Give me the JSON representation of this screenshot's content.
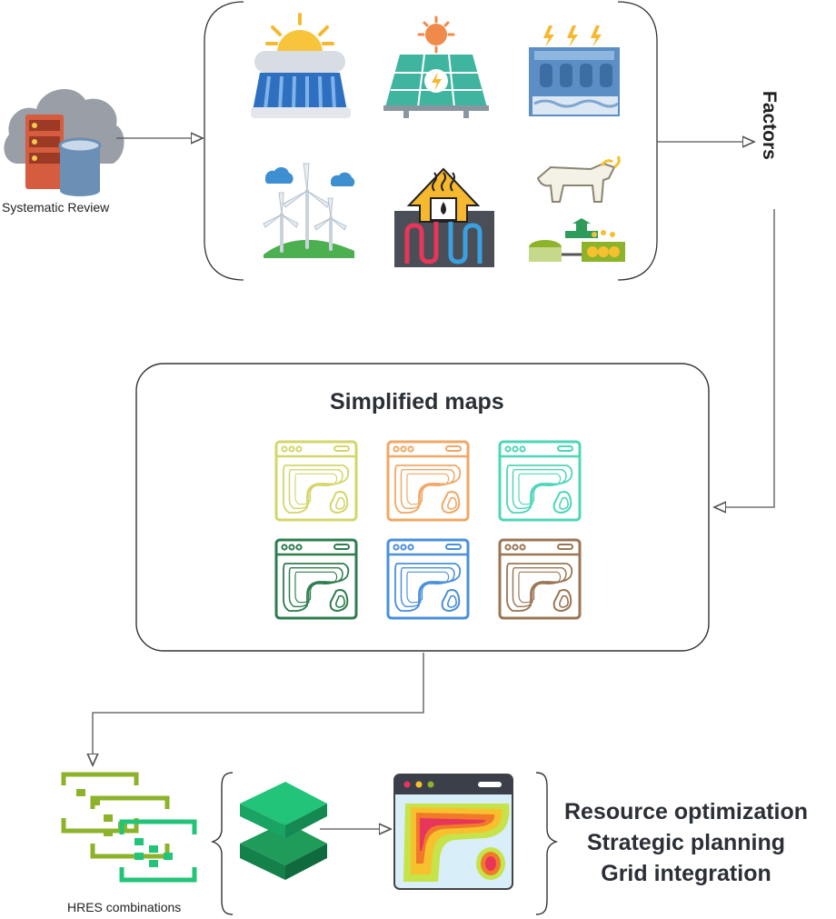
{
  "source": {
    "label": "Systematic Review"
  },
  "factors": {
    "label": "Factors"
  },
  "maps": {
    "title": "Simplified maps"
  },
  "hres": {
    "label": "HRES combinations"
  },
  "outcomes": [
    "Resource optimization",
    "Strategic planning",
    "Grid integration"
  ],
  "colors": {
    "map_palette": [
      "#d4d66a",
      "#f0a866",
      "#4dd6b8",
      "#2e7d4f",
      "#4a90d9",
      "#9a7654"
    ],
    "heat": [
      "#c6e34a",
      "#f7c12e",
      "#f07a2a",
      "#e8365a"
    ],
    "hres_layers": [
      "#8db32a",
      "#8db32a",
      "#22c47a"
    ],
    "box_stroke": "#333333",
    "arrow": "#555555"
  },
  "icons": {
    "source": [
      "cloud-icon",
      "server-icon",
      "database-icon"
    ],
    "factors": [
      "solar-thermal-icon",
      "solar-panel-icon",
      "hydropower-dam-icon",
      "wind-turbines-icon",
      "geothermal-icon",
      "biogas-livestock-icon"
    ],
    "maps": [
      "map-window-icon"
    ],
    "hres": [
      "grid-layers-icon",
      "stacked-layers-icon",
      "heatmap-window-icon"
    ]
  }
}
